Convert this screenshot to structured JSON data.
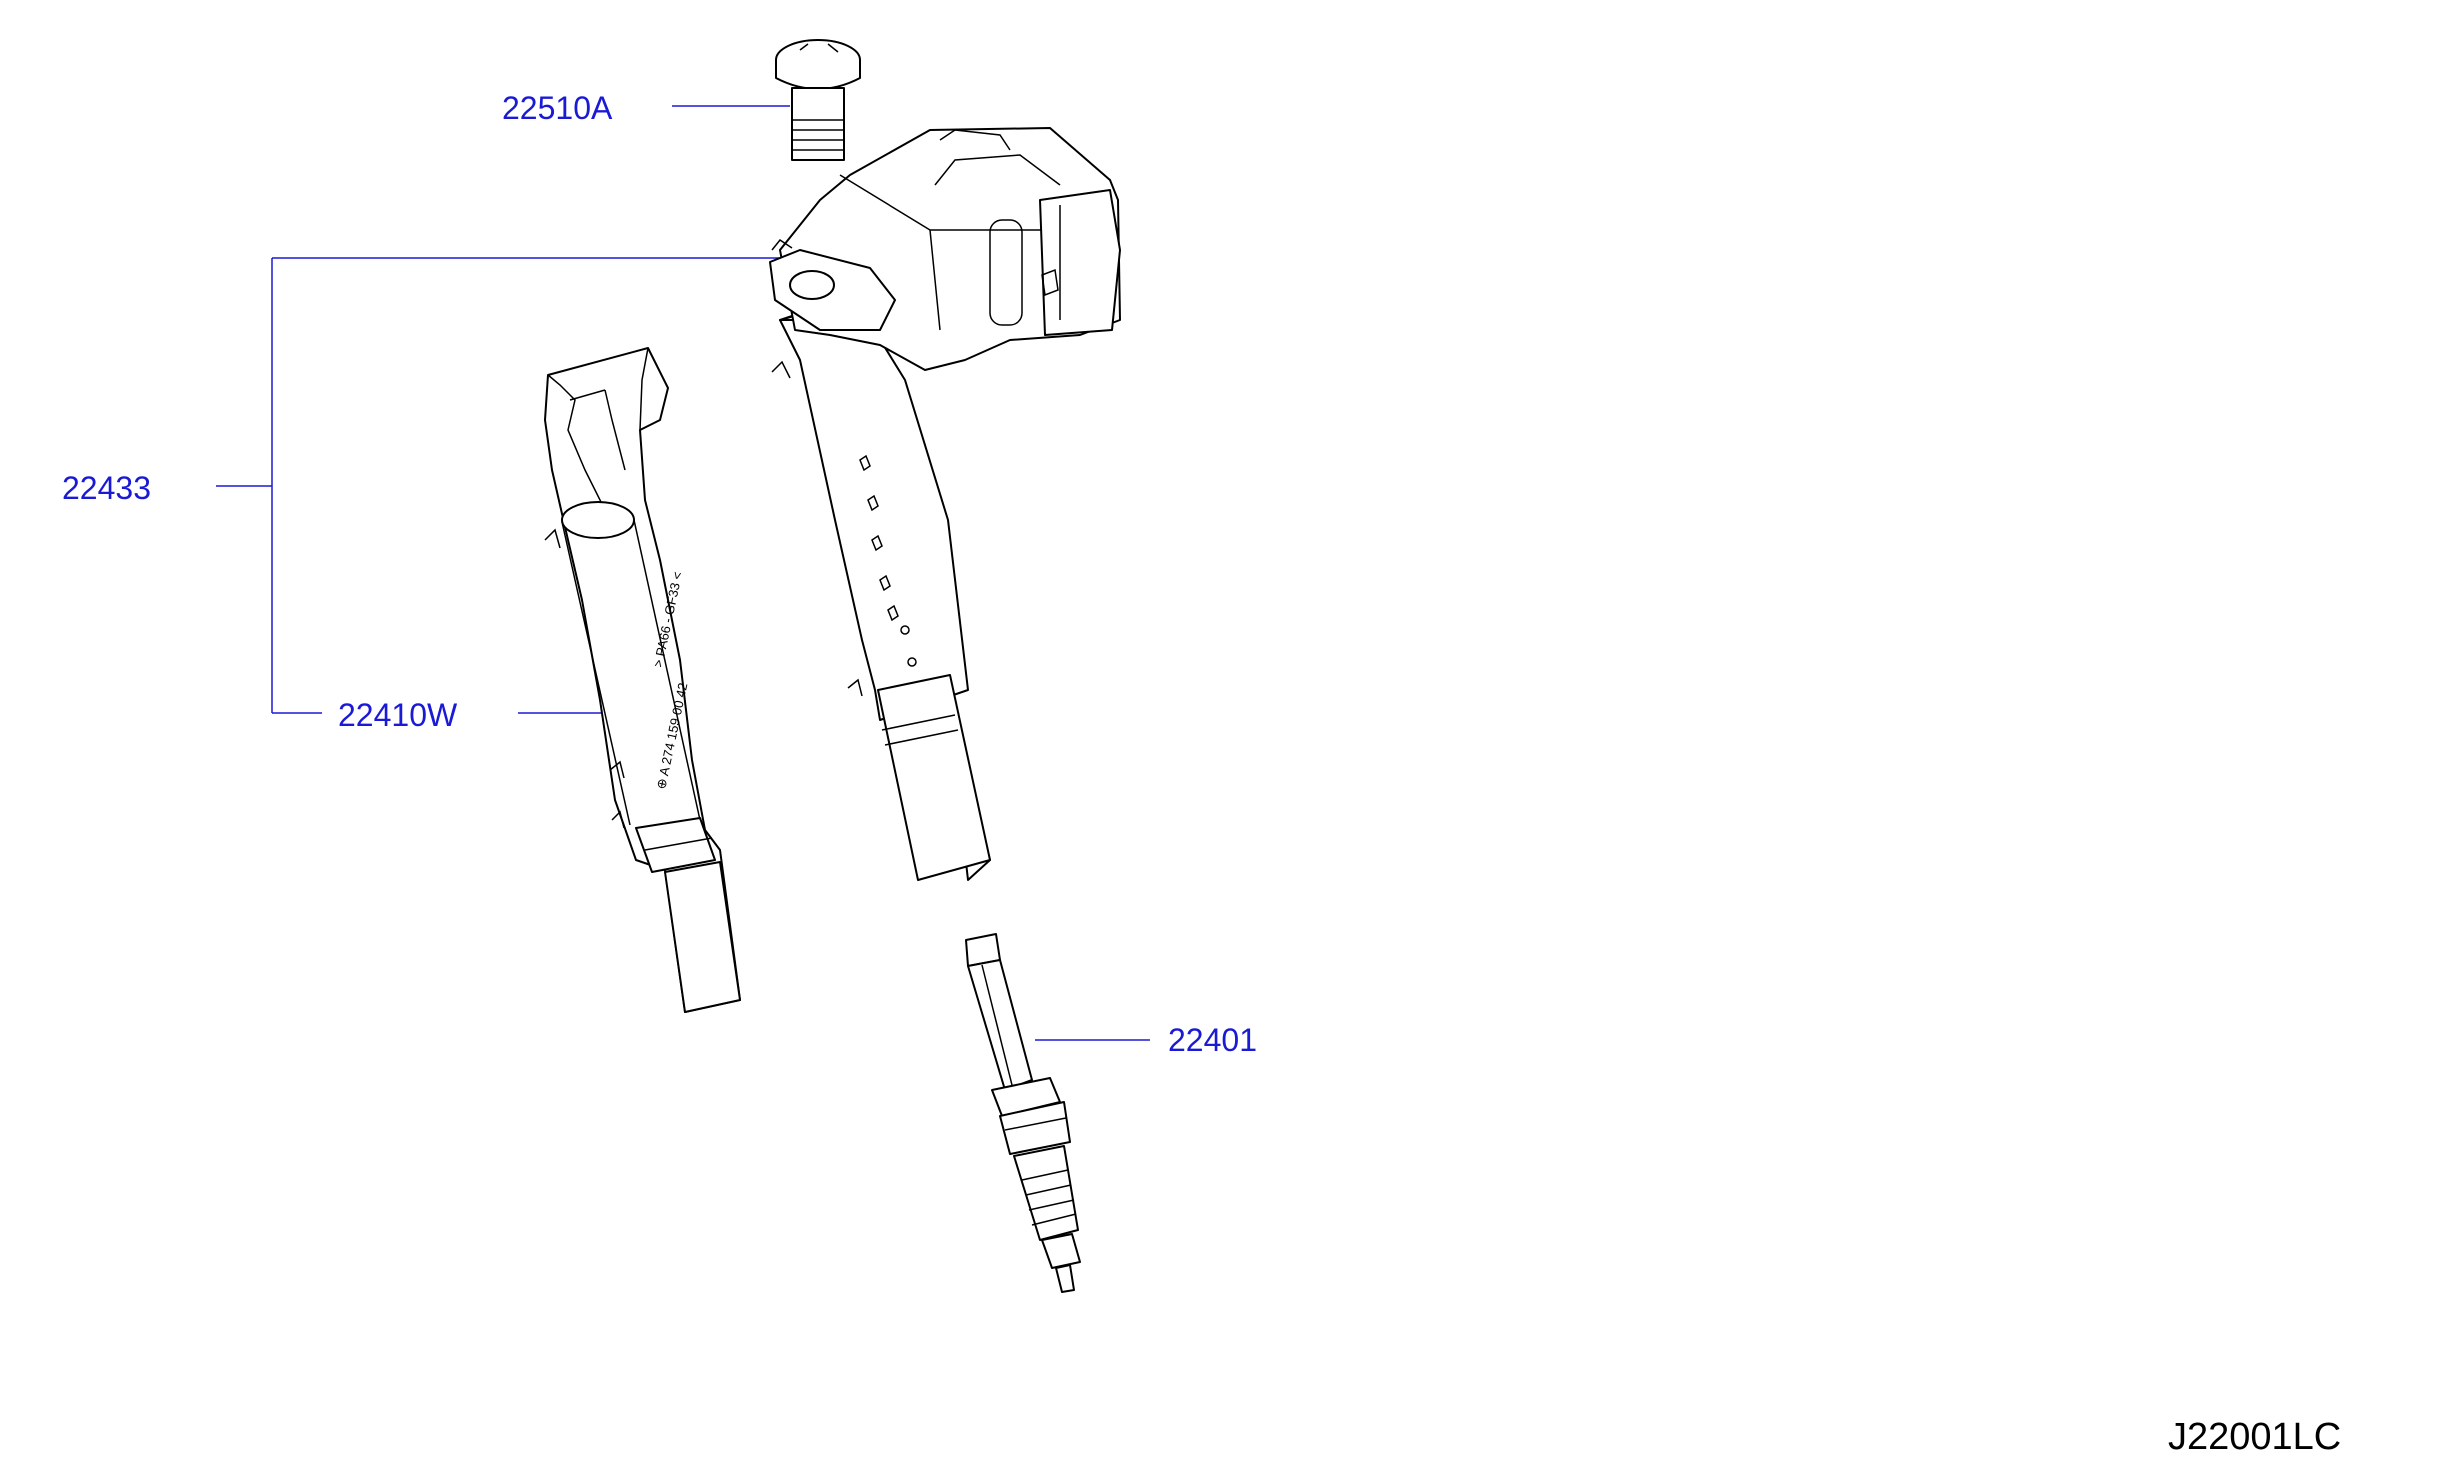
{
  "callouts": {
    "bolt": "22510A",
    "coil_assembly": "22433",
    "boot": "22410W",
    "spark_plug": "22401"
  },
  "diagram_code": "J22001LC",
  "boot_etching": [
    "⊕ A 274 159 00 42",
    "> PA66 - GF33 <"
  ],
  "colors": {
    "callout_text": "#1a1ad6",
    "leader_line": "#1a1ad6",
    "line_art": "#000000"
  }
}
